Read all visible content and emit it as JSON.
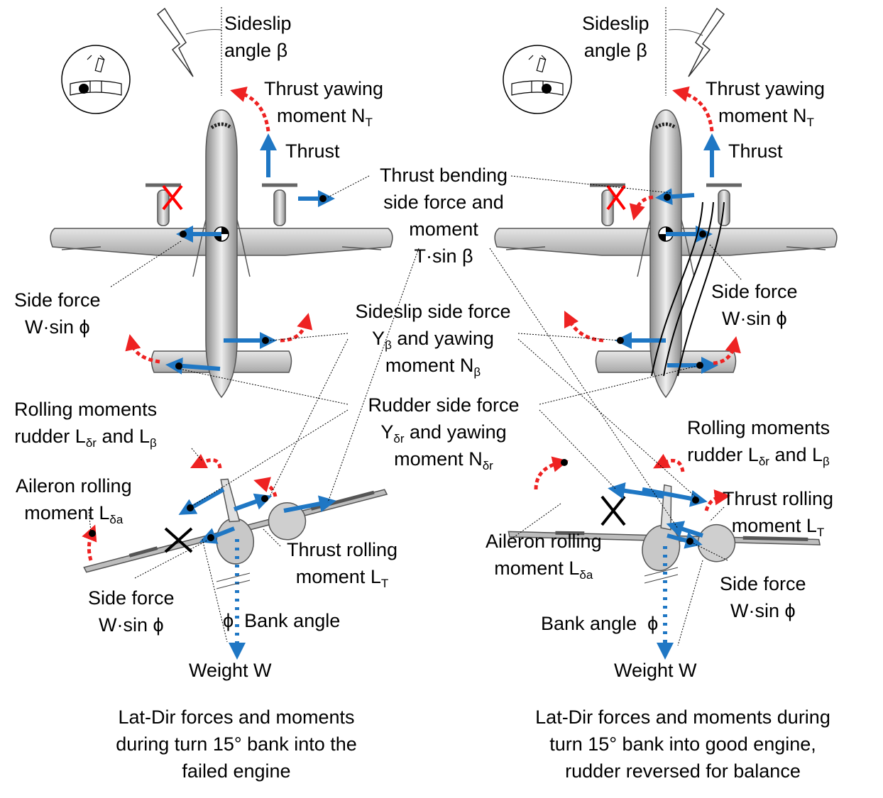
{
  "left": {
    "sideslip": [
      "Sideslip",
      "angle β"
    ],
    "thrust_yawing": [
      "Thrust yawing",
      "moment N",
      "T"
    ],
    "thrust": "Thrust",
    "side_force": [
      "Side force",
      "W·sin ϕ"
    ],
    "rolling_rudder": [
      "Rolling moments",
      "rudder L",
      "δr",
      " and L",
      "β"
    ],
    "aileron": [
      "Aileron rolling",
      "moment L",
      "δa"
    ],
    "side_force_lower": [
      "Side force",
      "W·sin ϕ"
    ],
    "thrust_rolling": [
      "Thrust rolling",
      "moment L",
      "T"
    ],
    "bank": [
      "ϕ",
      "Bank angle"
    ],
    "weight": "Weight W",
    "caption": [
      "Lat-Dir forces and moments",
      "during turn 15° bank into the",
      "failed engine"
    ]
  },
  "center": {
    "thrust_bending": [
      "Thrust bending",
      "side force and",
      "moment",
      "T·sin β"
    ],
    "sideslip_force": [
      "Sideslip side force",
      "Y",
      "β",
      " and yawing",
      "moment N",
      "β"
    ],
    "rudder_force": [
      "Rudder side force",
      "Y",
      "δr",
      " and yawing",
      "moment N",
      "δr"
    ]
  },
  "right": {
    "sideslip": [
      "Sideslip",
      "angle β"
    ],
    "thrust_yawing": [
      "Thrust yawing",
      "moment N",
      "T"
    ],
    "thrust": "Thrust",
    "side_force": [
      "Side force",
      "W·sin ϕ"
    ],
    "rolling_rudder": [
      "Rolling moments",
      "rudder L",
      "δr",
      " and L",
      "β"
    ],
    "thrust_rolling": [
      "Thrust rolling",
      "moment L",
      "T"
    ],
    "aileron": [
      "Aileron rolling",
      "moment L",
      "δa"
    ],
    "side_force_lower": [
      "Side force",
      "W·sin ϕ"
    ],
    "bank": [
      "Bank angle",
      "ϕ"
    ],
    "weight": "Weight W",
    "caption": [
      "Lat-Dir forces and moments during",
      "turn 15° bank into good engine,",
      "rudder reversed for balance"
    ]
  },
  "colors": {
    "force_arrow": "#1f77c4",
    "moment_arrow": "#ee2222",
    "airframe": "#bdbdbd",
    "fail_mark": "#ff0000"
  }
}
